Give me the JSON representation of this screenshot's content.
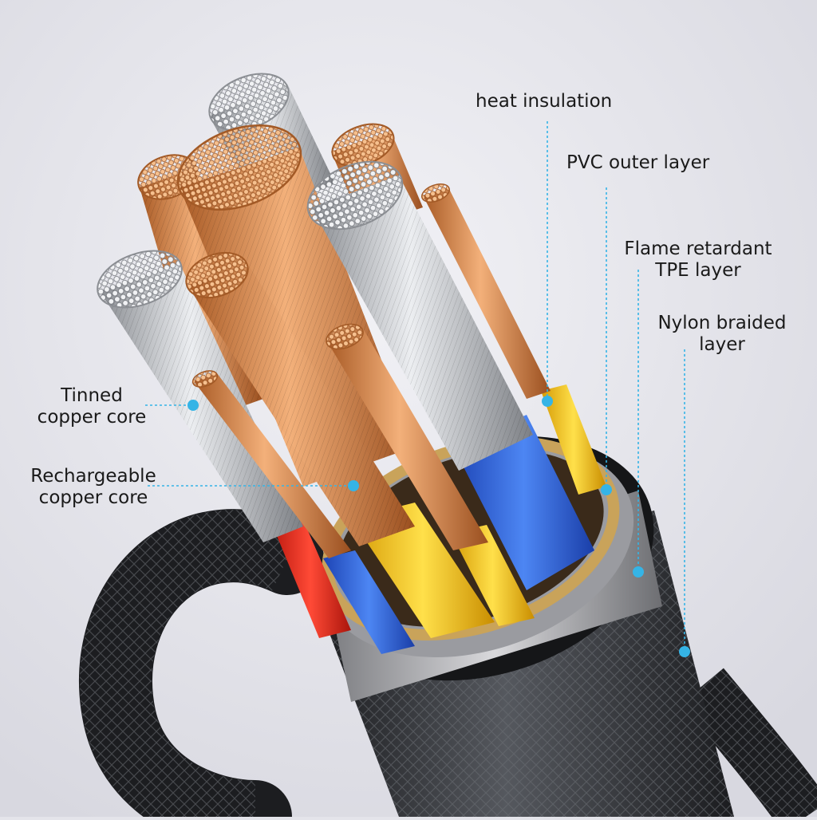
{
  "labels": {
    "heat_insulation": "heat insulation",
    "pvc_outer": "PVC outer layer",
    "flame_line1": "Flame retardant",
    "flame_line2": "TPE layer",
    "nylon_line1": "Nylon braided",
    "nylon_line2": "layer",
    "tinned_line1": "Tinned",
    "tinned_line2": "copper core",
    "recharge_line1": "Rechargeable",
    "recharge_line2": "copper core"
  },
  "colors": {
    "leader": "#35b4e6",
    "braid": "#2b2d30",
    "copper": "#d88a4c",
    "silver": "#c9ccd1",
    "yellow": "#f2c523",
    "blue": "#2f63d8",
    "red": "#e0281e",
    "gold_ring": "#c9a35a"
  }
}
